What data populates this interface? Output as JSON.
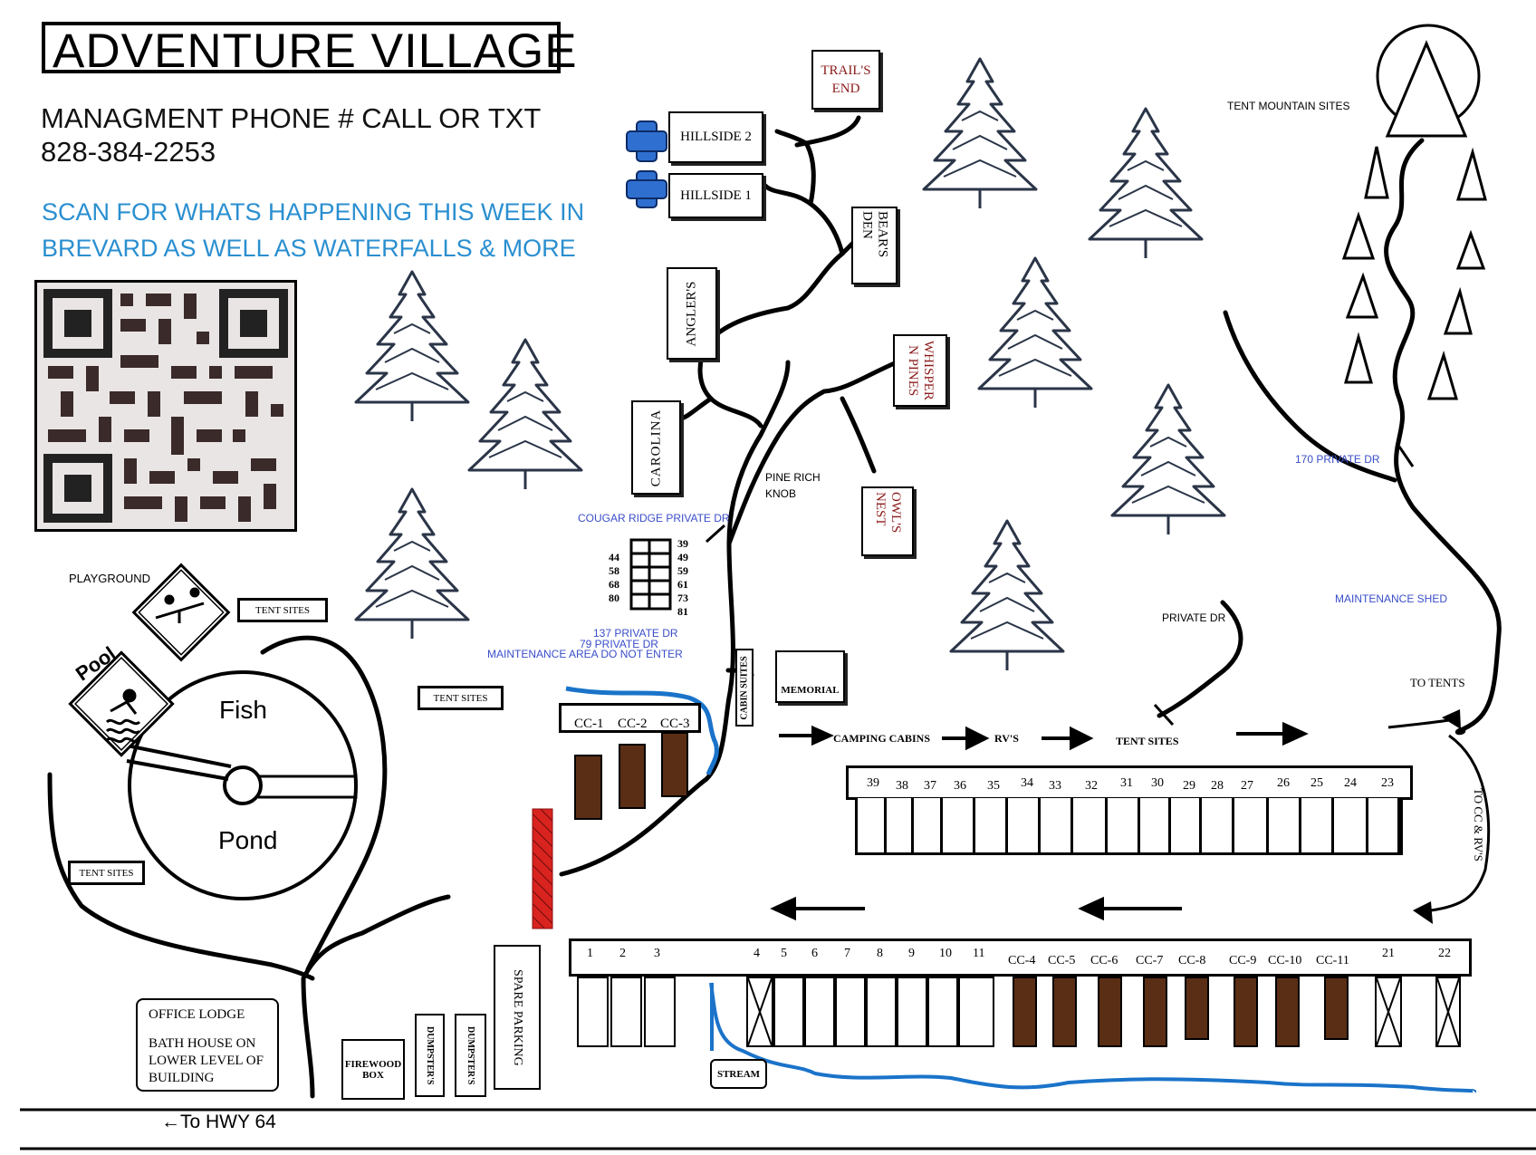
{
  "title": "ADVENTURE VILLAGE",
  "phone_line1": "MANAGMENT PHONE # CALL OR TXT",
  "phone_line2": "828-384-2253",
  "scan_line1": "SCAN FOR WHATS HAPPENING THIS WEEK IN",
  "scan_line2": "BREVARD AS WELL AS WATERFALLS & MORE",
  "colors": {
    "stream": "#1a73c9",
    "label_blue": "#3a4ec9",
    "scan_text": "#2a8fd0",
    "cabin_red": "#8b1a1a",
    "hillside_icon": "#2f6fd0",
    "brown_site": "#5a2e14",
    "red_post": "#d8231f"
  },
  "cabins": {
    "trails_end": "TRAIL'S END",
    "hillside2": "HILLSIDE 2",
    "hillside1": "HILLSIDE 1",
    "bears_den": "BEAR'S DEN",
    "anglers": "ANGLER'S",
    "whisper_n_pines": "WHISPER N PINES",
    "carolina": "CAROLINA",
    "owls_nest": "OWL'S NEST",
    "memorial": "MEMORIAL",
    "cabin_suites": "CABIN SUITES"
  },
  "labels": {
    "tent_mountain_sites": "TENT MOUNTAIN SITES",
    "private_dr_170": "170 PRIVATE DR",
    "pine_rich_knob_1": "PINE RICH",
    "pine_rich_knob_2": "KNOB",
    "cougar_ridge": "COUGAR RIDGE PRIVATE DR",
    "private_dr_137": "137 PRIVATE DR",
    "private_dr_79": "79 PRIVATE DR",
    "maintenance_area": "MAINTENANCE AREA DO NOT ENTER",
    "private_dr": "PRIVATE DR",
    "maintenance_shed": "MAINTENANCE SHED",
    "to_tents": "TO TENTS",
    "to_cc_rvs": "TO CC & RV'S",
    "playground": "PLAYGROUND",
    "pool": "Pool",
    "tent_sites": "TENT SITES",
    "fish": "Fish",
    "pond": "Pond",
    "camping_cabins": "CAMPING CABINS",
    "rvs": "RV'S",
    "tent_sites_road": "TENT SITES",
    "stream": "STREAM",
    "office_lodge": "OFFICE LODGE",
    "bath_house": "BATH HOUSE ON LOWER LEVEL OF BUILDING",
    "firewood_box": "FIREWOOD BOX",
    "dumpsters": "DUMPSTER'S",
    "spare_parking": "SPARE PARKING",
    "to_hwy": "←To HWY 64"
  },
  "suite_left": [
    "44",
    "58",
    "68",
    "80"
  ],
  "suite_right": [
    "39",
    "49",
    "59",
    "61",
    "73",
    "81"
  ],
  "cc_top": [
    "CC-1",
    "CC-2",
    "CC-3"
  ],
  "upper_row": [
    "39",
    "38",
    "37",
    "36",
    "35",
    "34",
    "33",
    "32",
    "31",
    "30",
    "29",
    "28",
    "27",
    "26",
    "25",
    "24",
    "23"
  ],
  "lower_row": [
    "1",
    "2",
    "3",
    "4",
    "5",
    "6",
    "7",
    "8",
    "9",
    "10",
    "11",
    "CC-4",
    "CC-5",
    "CC-6",
    "CC-7",
    "CC-8",
    "CC-9",
    "CC-10",
    "CC-11",
    "21",
    "22"
  ]
}
